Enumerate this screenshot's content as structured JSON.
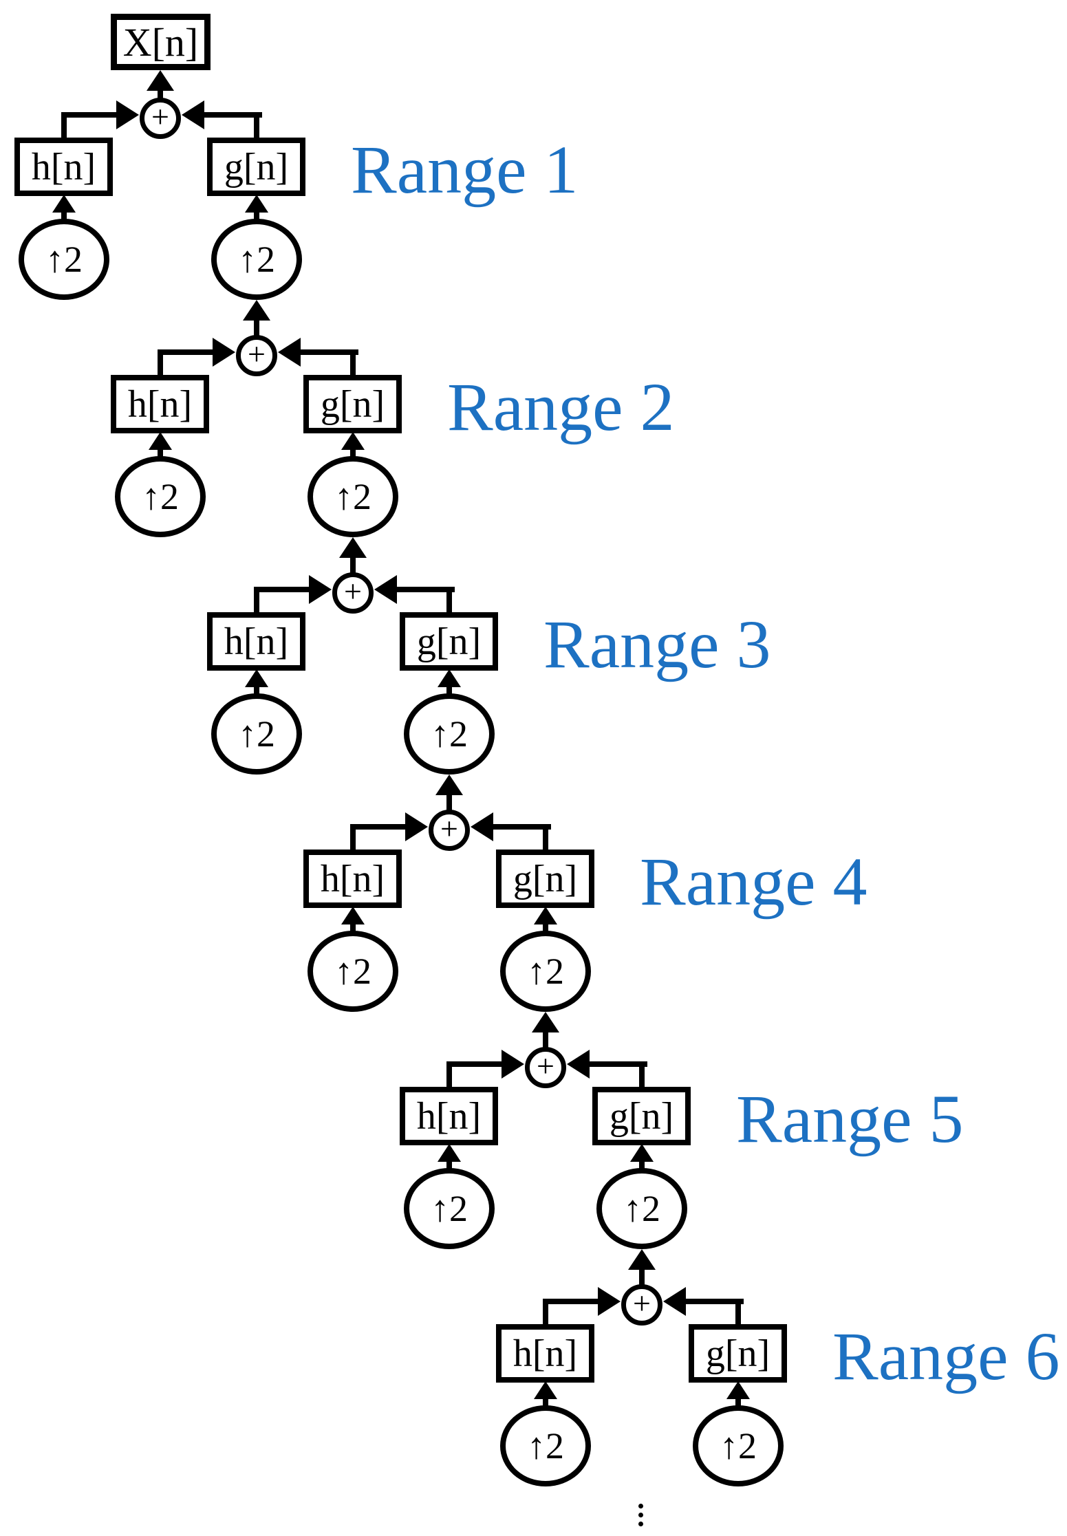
{
  "figure": {
    "type": "wavelet-synthesis-filter-bank",
    "source_label": "X[n]",
    "continuation": "⋮",
    "stages": [
      {
        "label": "Range 1",
        "low_filter": "h[n]",
        "high_filter": "g[n]",
        "upsample": "↑2",
        "sum": "+"
      },
      {
        "label": "Range 2",
        "low_filter": "h[n]",
        "high_filter": "g[n]",
        "upsample": "↑2",
        "sum": "+"
      },
      {
        "label": "Range 3",
        "low_filter": "h[n]",
        "high_filter": "g[n]",
        "upsample": "↑2",
        "sum": "+"
      },
      {
        "label": "Range 4",
        "low_filter": "h[n]",
        "high_filter": "g[n]",
        "upsample": "↑2",
        "sum": "+"
      },
      {
        "label": "Range 5",
        "low_filter": "h[n]",
        "high_filter": "g[n]",
        "upsample": "↑2",
        "sum": "+"
      },
      {
        "label": "Range 6",
        "low_filter": "h[n]",
        "high_filter": "g[n]",
        "upsample": "↑2",
        "sum": "+"
      }
    ],
    "colors": {
      "stroke": "#000000",
      "label_blue": "#1D71C2",
      "background": "#FFFFFF"
    }
  }
}
